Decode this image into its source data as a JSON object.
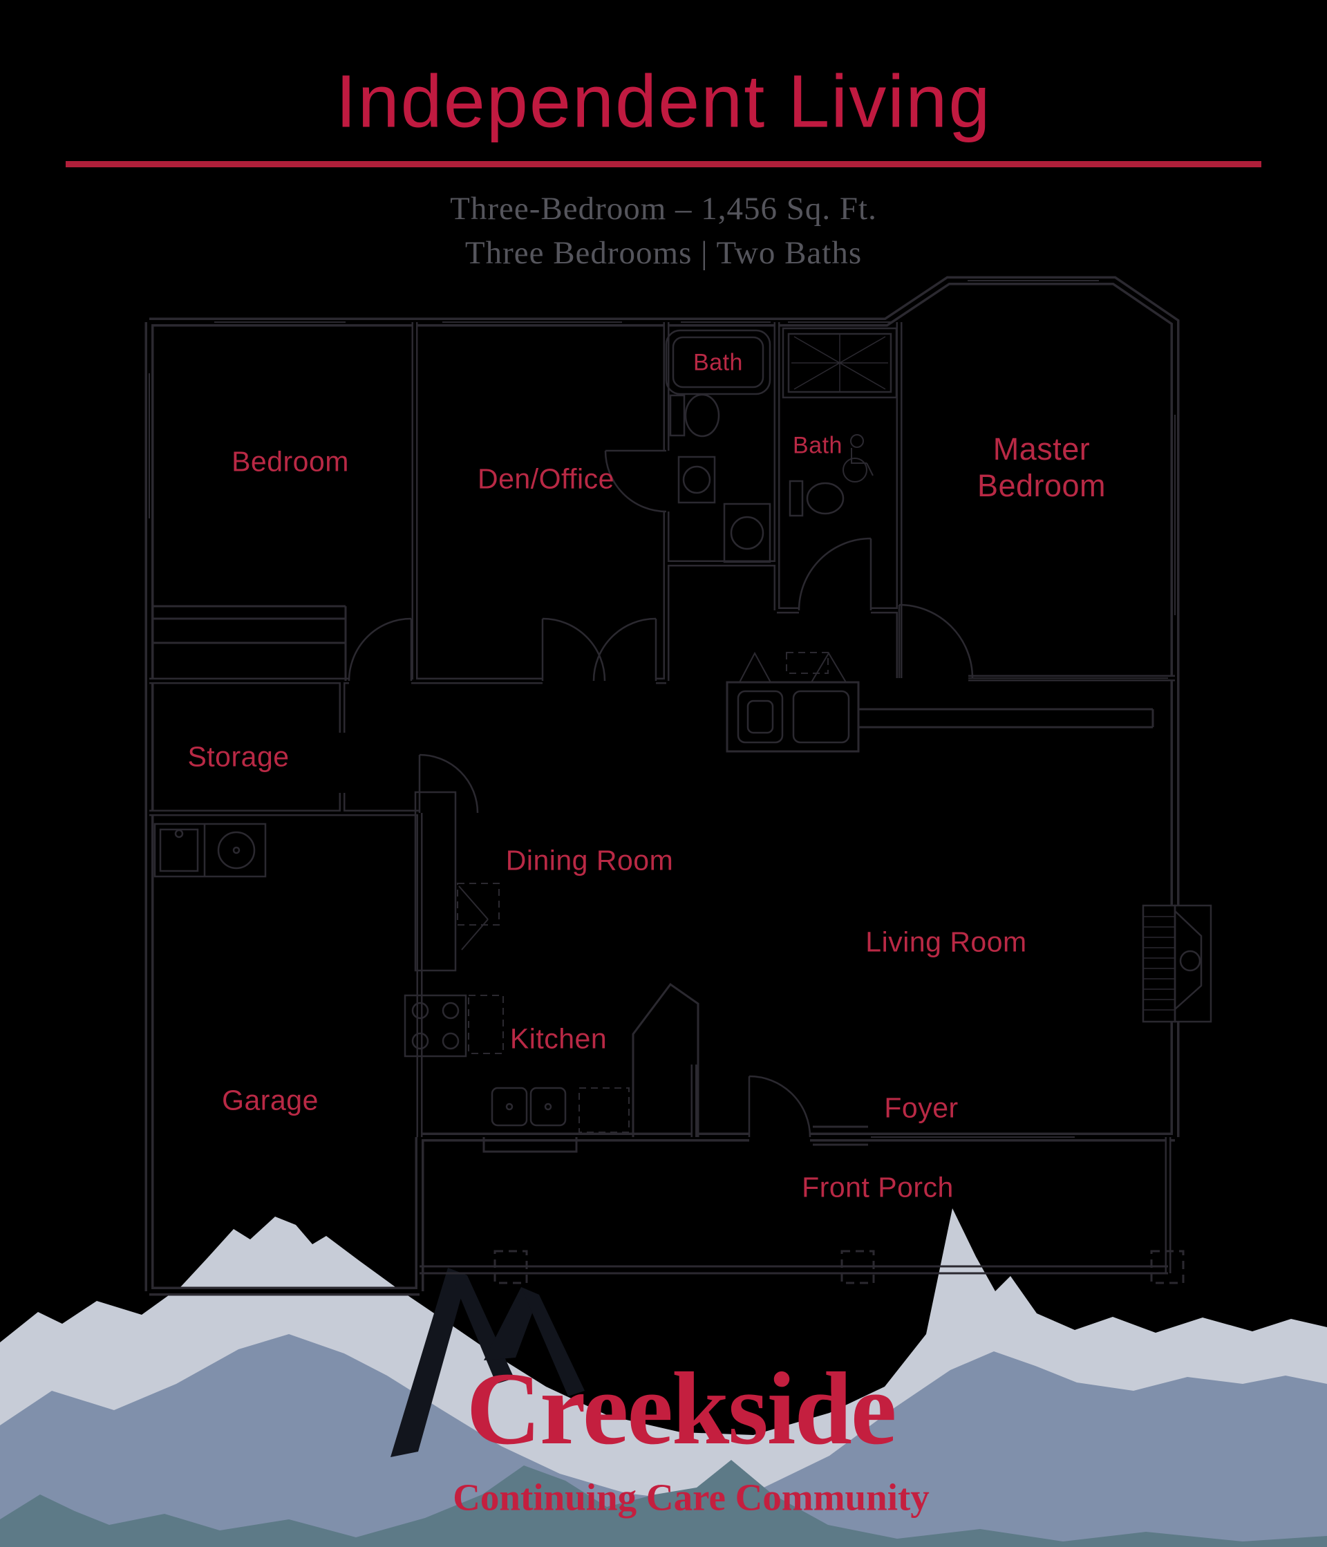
{
  "header": {
    "title": "Independent Living",
    "subtitle_line1": "Three-Bedroom – 1,456 Sq. Ft.",
    "subtitle_line2": "Three Bedrooms | Two Baths"
  },
  "floor_plan": {
    "rooms": {
      "bedroom": "Bedroom",
      "den_office": "Den/Office",
      "bath_hall": "Bath",
      "bath_master": "Bath",
      "master_line1": "Master",
      "master_line2": "Bedroom",
      "storage": "Storage",
      "dining_room": "Dining Room",
      "living_room": "Living Room",
      "kitchen": "Kitchen",
      "garage": "Garage",
      "foyer": "Foyer",
      "front_porch": "Front Porch"
    }
  },
  "footer": {
    "brand": "Creekside",
    "tagline": "Continuing Care Community"
  },
  "colors": {
    "background": "#000000",
    "title_red": "#c01a40",
    "rule_red": "#b01f3a",
    "label_red": "#b92945",
    "subtitle_gray": "#55555c",
    "plan_line": "#2b2930",
    "mountain_back": "#c7ccd7",
    "mountain_mid": "#8090ab",
    "mountain_front": "#5d7a87",
    "logo_mountain": "#12151d",
    "brand_red": "#c41f3f"
  }
}
